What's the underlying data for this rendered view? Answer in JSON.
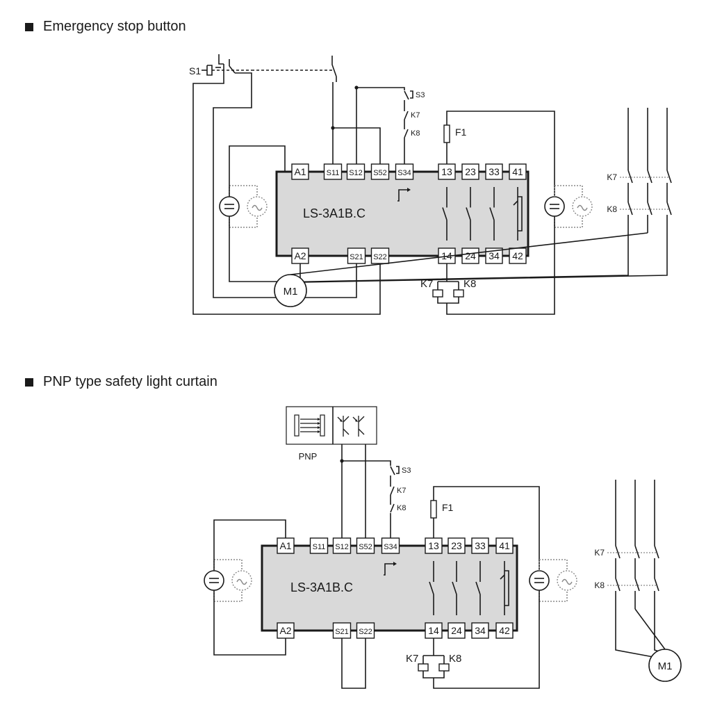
{
  "sections": [
    {
      "title": "Emergency stop button"
    },
    {
      "title": "PNP type safety light curtain"
    }
  ],
  "module_label": "LS-3A1B.C",
  "top_terminals": [
    "A1",
    "S11",
    "S12",
    "S52",
    "S34",
    "13",
    "23",
    "33",
    "41"
  ],
  "bottom_terminals": [
    "A2",
    "S21",
    "S22",
    "14",
    "24",
    "34",
    "42"
  ],
  "labels": {
    "estop": "S1",
    "reset": "S3",
    "k7": "K7",
    "k8": "K8",
    "fuse": "F1",
    "motor": "M1",
    "pnp": "PNP"
  },
  "colors": {
    "module_fill": "#d9d9d9",
    "line": "#1a1a1a",
    "dotted": "#888888"
  }
}
